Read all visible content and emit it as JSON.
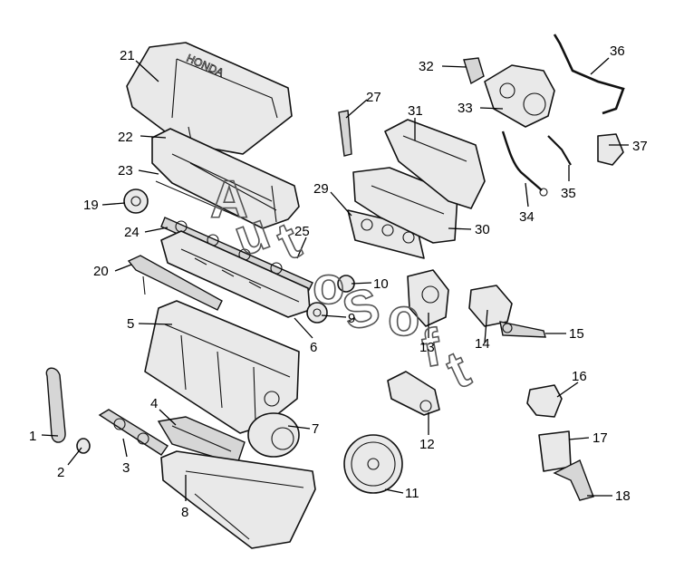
{
  "brand_label": "HONDA",
  "watermark": [
    "A",
    "u",
    "t",
    "o",
    "S",
    "o",
    "f",
    "t"
  ],
  "callouts": [
    {
      "id": "callout-1",
      "text": "1"
    },
    {
      "id": "callout-2",
      "text": "2"
    },
    {
      "id": "callout-3",
      "text": "3"
    },
    {
      "id": "callout-4",
      "text": "4"
    },
    {
      "id": "callout-5",
      "text": "5"
    },
    {
      "id": "callout-6",
      "text": "6"
    },
    {
      "id": "callout-7",
      "text": "7"
    },
    {
      "id": "callout-8",
      "text": "8"
    },
    {
      "id": "callout-9",
      "text": "9"
    },
    {
      "id": "callout-10",
      "text": "10"
    },
    {
      "id": "callout-11",
      "text": "11"
    },
    {
      "id": "callout-12",
      "text": "12"
    },
    {
      "id": "callout-13",
      "text": "13"
    },
    {
      "id": "callout-14",
      "text": "14"
    },
    {
      "id": "callout-15",
      "text": "15"
    },
    {
      "id": "callout-16",
      "text": "16"
    },
    {
      "id": "callout-17",
      "text": "17"
    },
    {
      "id": "callout-18",
      "text": "18"
    },
    {
      "id": "callout-19",
      "text": "19"
    },
    {
      "id": "callout-20",
      "text": "20"
    },
    {
      "id": "callout-21",
      "text": "21"
    },
    {
      "id": "callout-22",
      "text": "22"
    },
    {
      "id": "callout-23",
      "text": "23"
    },
    {
      "id": "callout-24",
      "text": "24"
    },
    {
      "id": "callout-25",
      "text": "25"
    },
    {
      "id": "callout-27",
      "text": "27"
    },
    {
      "id": "callout-29",
      "text": "29"
    },
    {
      "id": "callout-30",
      "text": "30"
    },
    {
      "id": "callout-31",
      "text": "31"
    },
    {
      "id": "callout-32",
      "text": "32"
    },
    {
      "id": "callout-33",
      "text": "33"
    },
    {
      "id": "callout-34",
      "text": "34"
    },
    {
      "id": "callout-35",
      "text": "35"
    },
    {
      "id": "callout-36",
      "text": "36"
    },
    {
      "id": "callout-37",
      "text": "37"
    }
  ]
}
